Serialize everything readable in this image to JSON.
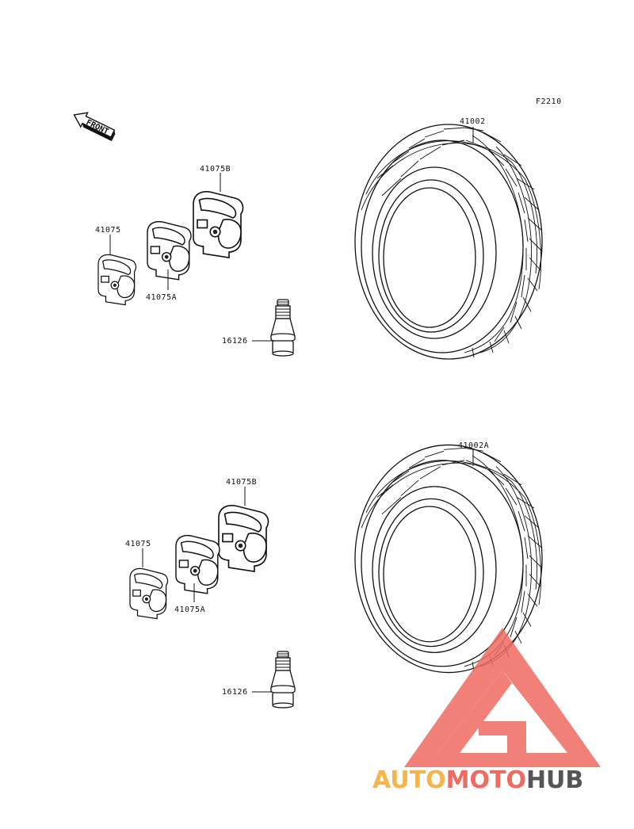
{
  "figure_code": "F2210",
  "front_label": "FRONT",
  "upper": {
    "tire": "41002",
    "weight_b": "41075B",
    "weight": "41075",
    "weight_a": "41075A",
    "valve": "16126"
  },
  "lower": {
    "tire": "41002A",
    "weight_b": "41075B",
    "weight": "41075",
    "weight_a": "41075A",
    "valve": "16126"
  },
  "watermark": {
    "part1": "AUTO",
    "part2": "MOTO",
    "part3": "HUB",
    "colors": {
      "orange": "#f5b54a",
      "red": "#ef6a61",
      "gray": "#555555"
    }
  }
}
